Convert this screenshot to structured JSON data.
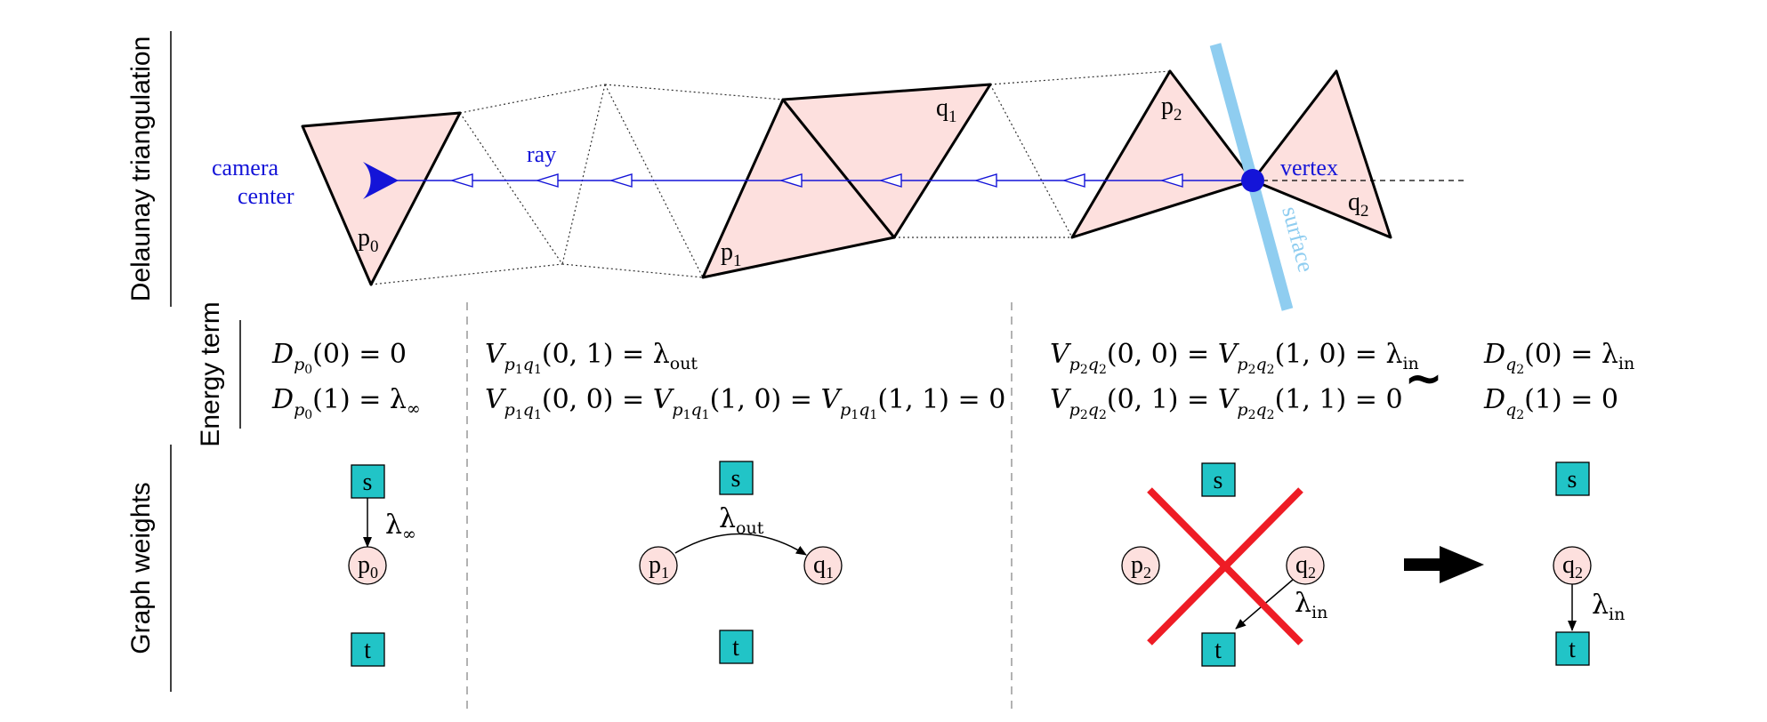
{
  "row_labels": {
    "top": "Delaunay triangulation",
    "middle": "Energy term",
    "bottom": "Graph weights"
  },
  "triangulation": {
    "camera_label_line1": "camera",
    "camera_label_line2": "center",
    "ray_label": "ray",
    "vertex_label": "vertex",
    "surface_label": "surface",
    "p0": "p",
    "p0_sub": "0",
    "p1": "p",
    "p1_sub": "1",
    "q1": "q",
    "q1_sub": "1",
    "p2": "p",
    "p2_sub": "2",
    "q2": "q",
    "q2_sub": "2"
  },
  "energy": {
    "col1": {
      "line1": {
        "fn": "D",
        "s1": "p",
        "s2": "0",
        "rest": "(0) = 0"
      },
      "line2": {
        "fn": "D",
        "s1": "p",
        "s2": "0",
        "rest": "(1) = λ",
        "tail": "∞"
      }
    },
    "col2": {
      "line1": {
        "text": "(0, 1) = λ",
        "tail": "out"
      },
      "line2": {
        "text": "(0, 0) = ",
        "t2": "(1, 0) = ",
        "t3": "(1, 1) = 0"
      }
    },
    "col3": {
      "line1": {
        "text": "(0, 0) = ",
        "t2": "(1, 0) = λ",
        "tail": "in"
      },
      "line2": {
        "text": "(0, 1) = ",
        "t2": "(1, 1) = 0"
      }
    },
    "tilde": "∼",
    "col4": {
      "line1": {
        "rest": "(0) = λ",
        "tail": "in"
      },
      "line2": {
        "rest": "(1) = 0"
      }
    }
  },
  "graph": {
    "s": "s",
    "t": "t",
    "lambda": "λ",
    "inf": "∞",
    "out": "out",
    "in": "in"
  },
  "colors": {
    "pink_fill": "#fde0de",
    "teal": "#21c4c7",
    "blue": "#1414d8",
    "surface": "#8fcdf0",
    "red_cross": "#ee1c25"
  }
}
